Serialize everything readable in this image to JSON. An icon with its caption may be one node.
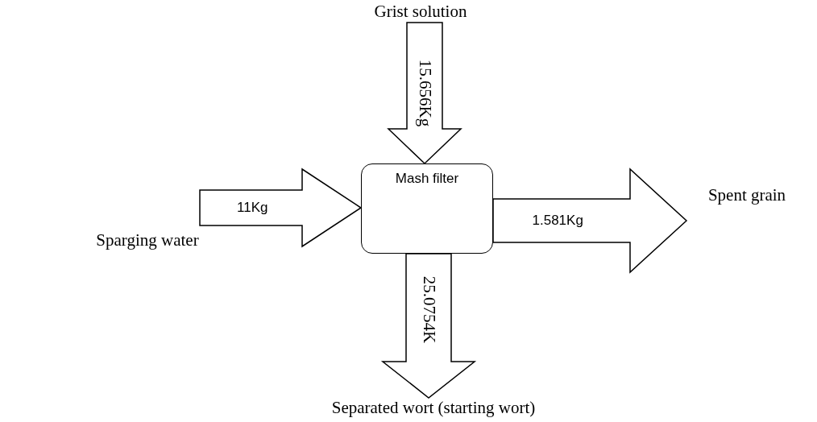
{
  "diagram": {
    "nodes": [
      {
        "text": [
          "Mash filter"
        ]
      },
      {
        "text": [
          "Grist solution"
        ]
      },
      {
        "text": [
          "Sparging water"
        ]
      },
      {
        "text": [
          "Spent grain"
        ]
      },
      {
        "text": [
          "Separated wort (starting wort)"
        ]
      }
    ],
    "edges": [
      {
        "from": 1,
        "to": 0,
        "arrow": "to",
        "label": "15.656Kg"
      },
      {
        "from": 2,
        "to": 0,
        "arrow": "to",
        "label": "11Kg"
      },
      {
        "from": 0,
        "to": 3,
        "arrow": "to",
        "label": "1.581Kg"
      },
      {
        "from": 0,
        "to": 4,
        "arrow": "to",
        "label": "25.0754K"
      }
    ]
  }
}
